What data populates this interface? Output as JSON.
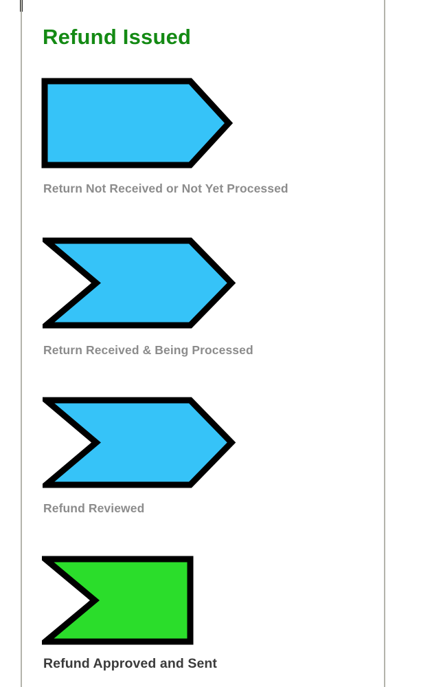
{
  "page": {
    "title": "Refund Issued"
  },
  "colors": {
    "title_green": "#148a14",
    "step_blue": "#36c3f8",
    "step_green": "#2bdd2b",
    "shape_outline": "#000000",
    "label_gray": "#8c8c8c",
    "label_dark": "#3b3b3b",
    "border_line_gray": "#b3b3ab"
  },
  "steps": [
    {
      "label": "Return Not Received or Not Yet Processed",
      "shape": "pentagon-arrow-right",
      "fill": "#36c3f8"
    },
    {
      "label": "Return Received & Being Processed",
      "shape": "chevron-arrow-right",
      "fill": "#36c3f8"
    },
    {
      "label": "Refund Reviewed",
      "shape": "chevron-arrow-right",
      "fill": "#36c3f8"
    },
    {
      "label": "Refund Approved and Sent",
      "shape": "flag-end-notched",
      "fill": "#2bdd2b"
    }
  ]
}
